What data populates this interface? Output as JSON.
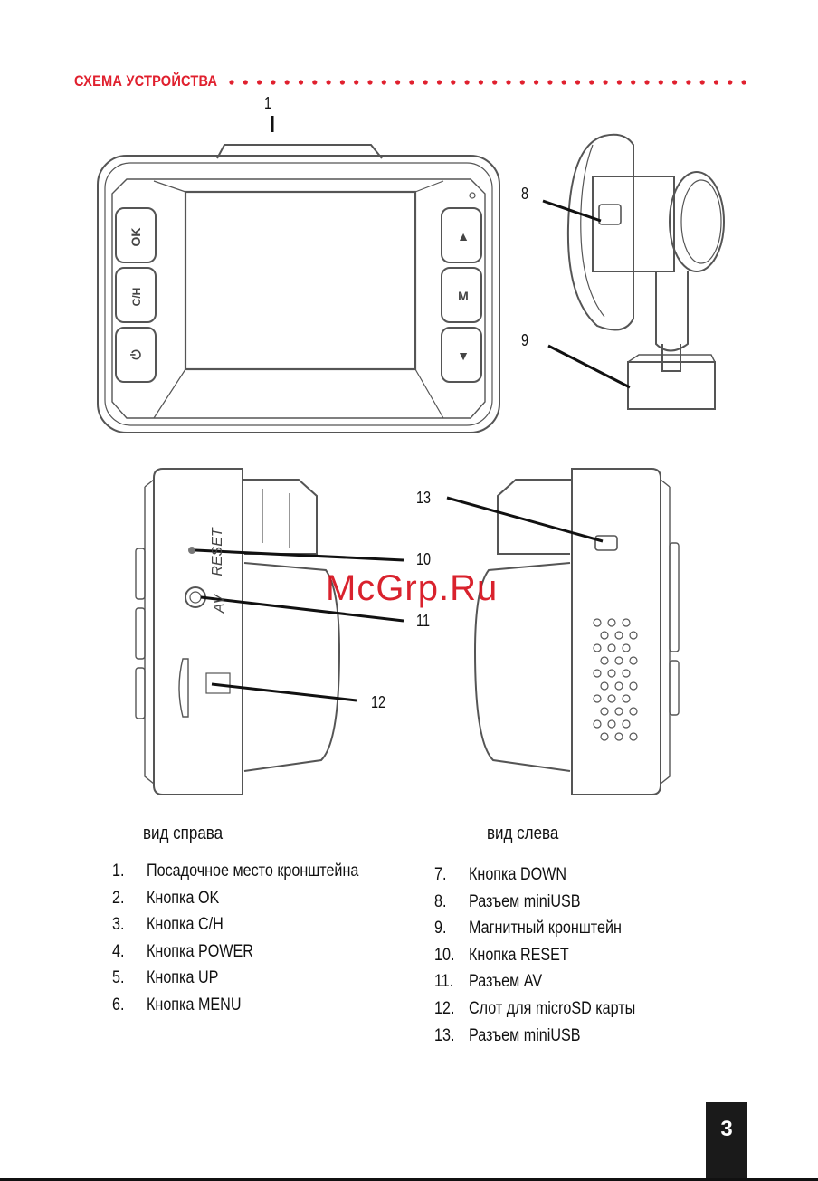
{
  "section_title": "СХЕМА УСТРОЙСТВА",
  "callouts": {
    "c1": "1",
    "c8": "8",
    "c9": "9",
    "c10": "10",
    "c11": "11",
    "c12": "12",
    "c13": "13"
  },
  "device_buttons": {
    "ok": "OK",
    "ch": "C/H",
    "power": "⏻",
    "up": "▲",
    "menu": "M",
    "down": "▼"
  },
  "side_labels": {
    "reset": "RESET",
    "av": "AV"
  },
  "watermark": "McGrp.Ru",
  "views": {
    "right": "вид справа",
    "left": "вид слева"
  },
  "legend_left": [
    {
      "num": "1.",
      "text": "Посадочное место кронштейна"
    },
    {
      "num": "2.",
      "text": "Кнопка OK"
    },
    {
      "num": "3.",
      "text": "Кнопка C/H"
    },
    {
      "num": "4.",
      "text": "Кнопка POWER"
    },
    {
      "num": "5.",
      "text": "Кнопка UP"
    },
    {
      "num": "6.",
      "text": "Кнопка MENU"
    }
  ],
  "legend_right": [
    {
      "num": "7.",
      "text": "Кнопка DOWN"
    },
    {
      "num": "8.",
      "text": "Разъем miniUSB"
    },
    {
      "num": "9.",
      "text": "Магнитный кронштейн"
    },
    {
      "num": "10.",
      "text": "Кнопка RESET"
    },
    {
      "num": "11.",
      "text": "Разъем AV"
    },
    {
      "num": "12.",
      "text": "Слот для microSD карты"
    },
    {
      "num": "13.",
      "text": "Разъем miniUSB"
    }
  ],
  "page_number": "3",
  "colors": {
    "accent": "#e0202e",
    "watermark": "#d6101c",
    "line_art": "#555555"
  }
}
